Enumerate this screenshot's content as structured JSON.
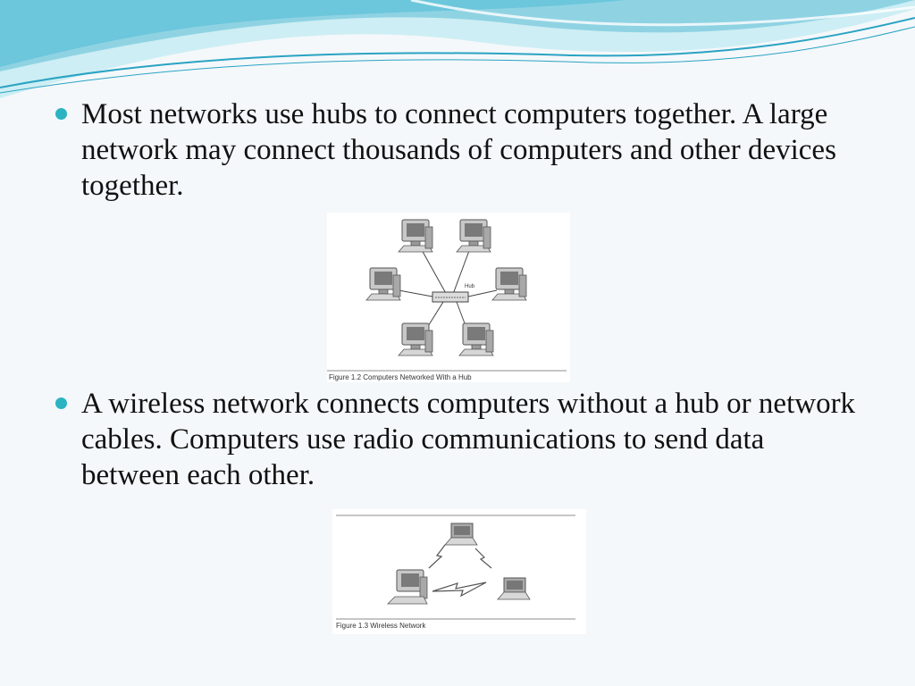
{
  "bullets": [
    {
      "text": "Most networks use hubs to connect computers together. A large network may connect thousands of computers and other devices together."
    },
    {
      "text": "A wireless network connects computers without a hub or network cables. Computers use radio communications to send data between each other."
    }
  ],
  "figures": {
    "hub": {
      "hub_label": "Hub",
      "caption": "Figure 1.2  Computers Networked With a Hub"
    },
    "wireless": {
      "caption": "Figure 1.3  Wireless Network"
    }
  },
  "colors": {
    "accent": "#2bb3c2",
    "wave_light": "#cdeef4",
    "wave_mid": "#8fd3e3",
    "wave_dark": "#2aa3c3"
  }
}
